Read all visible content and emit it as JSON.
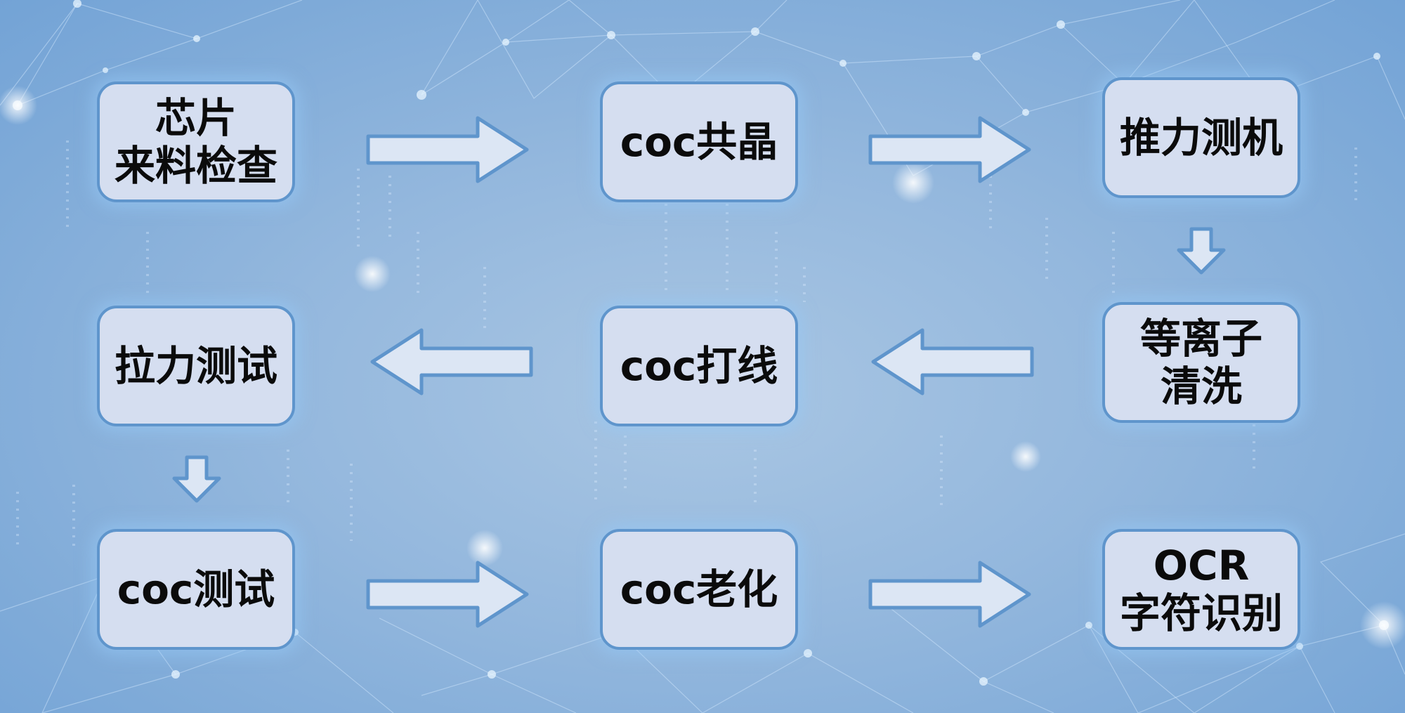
{
  "diagram": {
    "nodes": [
      {
        "id": "chip-incoming-inspection",
        "lines": [
          "芯片",
          "来料检查"
        ]
      },
      {
        "id": "coc-eutectic",
        "lines": [
          "coc共晶"
        ]
      },
      {
        "id": "push-force-tester",
        "lines": [
          "推力测机"
        ]
      },
      {
        "id": "pull-force-test",
        "lines": [
          "拉力测试"
        ]
      },
      {
        "id": "coc-wire-bonding",
        "lines": [
          "coc打线"
        ]
      },
      {
        "id": "plasma-cleaning",
        "lines": [
          "等离子",
          "清洗"
        ]
      },
      {
        "id": "coc-test",
        "lines": [
          "coc测试"
        ]
      },
      {
        "id": "coc-aging",
        "lines": [
          "coc老化"
        ]
      },
      {
        "id": "ocr-recognition",
        "lines": [
          "OCR",
          "字符识别"
        ]
      }
    ],
    "edges": [
      {
        "from": "chip-incoming-inspection",
        "to": "coc-eutectic"
      },
      {
        "from": "coc-eutectic",
        "to": "push-force-tester"
      },
      {
        "from": "push-force-tester",
        "to": "plasma-cleaning"
      },
      {
        "from": "plasma-cleaning",
        "to": "coc-wire-bonding"
      },
      {
        "from": "coc-wire-bonding",
        "to": "pull-force-test"
      },
      {
        "from": "pull-force-test",
        "to": "coc-test"
      },
      {
        "from": "coc-test",
        "to": "coc-aging"
      },
      {
        "from": "coc-aging",
        "to": "ocr-recognition"
      }
    ],
    "colors": {
      "node_fill": "#d5def0",
      "node_border": "#5f95cc",
      "arrow_fill": "#dce6f4",
      "arrow_stroke": "#5f95cc",
      "text": "#0b0b0b"
    }
  }
}
